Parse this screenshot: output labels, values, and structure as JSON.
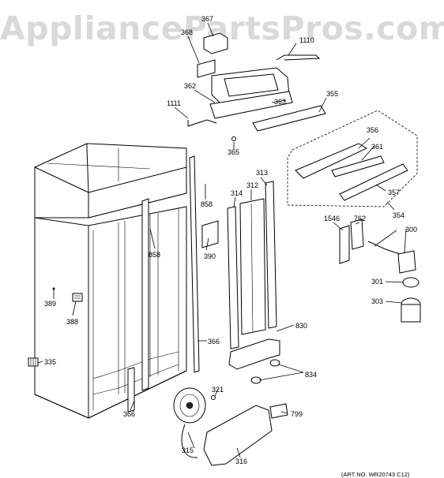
{
  "watermark": "AppliancePartsPros.com",
  "art_number": "(ART NO. WR20743 C12)",
  "callouts": [
    "367",
    "368",
    "1110",
    "362",
    "363",
    "355",
    "1111",
    "365",
    "356",
    "361",
    "313",
    "314",
    "312",
    "858",
    "357",
    "354",
    "1546",
    "762",
    "300",
    "858",
    "390",
    "301",
    "389",
    "303",
    "388",
    "830",
    "366",
    "335",
    "834",
    "321",
    "366",
    "799",
    "315",
    "316"
  ]
}
